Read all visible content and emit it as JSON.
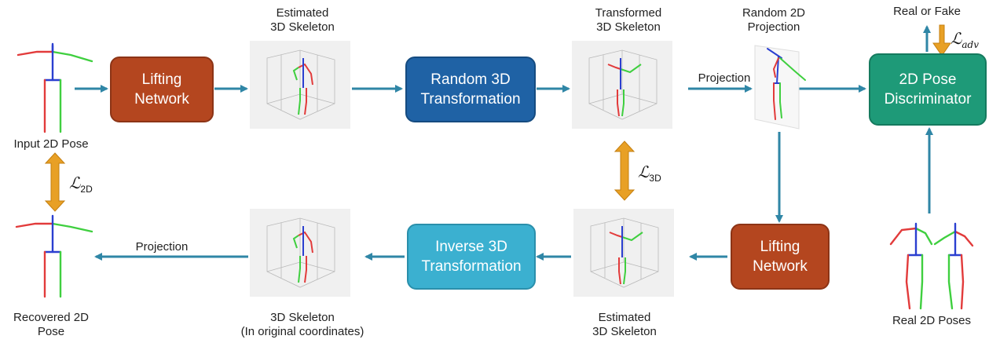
{
  "nodes": {
    "input_pose_label": "Input 2D Pose",
    "recovered_pose_label": "Recovered 2D\nPose",
    "lifting_network_top": "Lifting\nNetwork",
    "estimated_skeleton_top": "Estimated\n3D Skeleton",
    "random_transform": "Random 3D\nTransformation",
    "transformed_skeleton": "Transformed\n3D Skeleton",
    "random_projection_label": "Random 2D\nProjection",
    "real_or_fake": "Real or Fake",
    "discriminator": "2D Pose\nDiscriminator",
    "real_poses_label": "Real 2D Poses",
    "lifting_network_bottom": "Lifting\nNetwork",
    "estimated_skeleton_bottom": "Estimated\n3D Skeleton",
    "inverse_transform": "Inverse 3D\nTransformation",
    "original_skeleton": "3D Skeleton\n(In original coordinates)"
  },
  "edges": {
    "projection_top": "Projection",
    "projection_bottom": "Projection"
  },
  "losses": {
    "l2d_symbol": "ℒ",
    "l2d_sub": "2D",
    "l3d_symbol": "ℒ",
    "l3d_sub": "3D",
    "ladv_symbol": "ℒ",
    "ladv_sub": "adv"
  },
  "colors": {
    "arrow": "#2f86a6",
    "loss_arrow": "#e8a025",
    "limb_right": "#e23b3b",
    "limb_left": "#3fcf3f",
    "spine": "#2b3fd0",
    "lifting": "#b4461f",
    "random_transform": "#1f62a5",
    "inverse_transform": "#3bb0d0",
    "discriminator": "#1e9a78"
  }
}
